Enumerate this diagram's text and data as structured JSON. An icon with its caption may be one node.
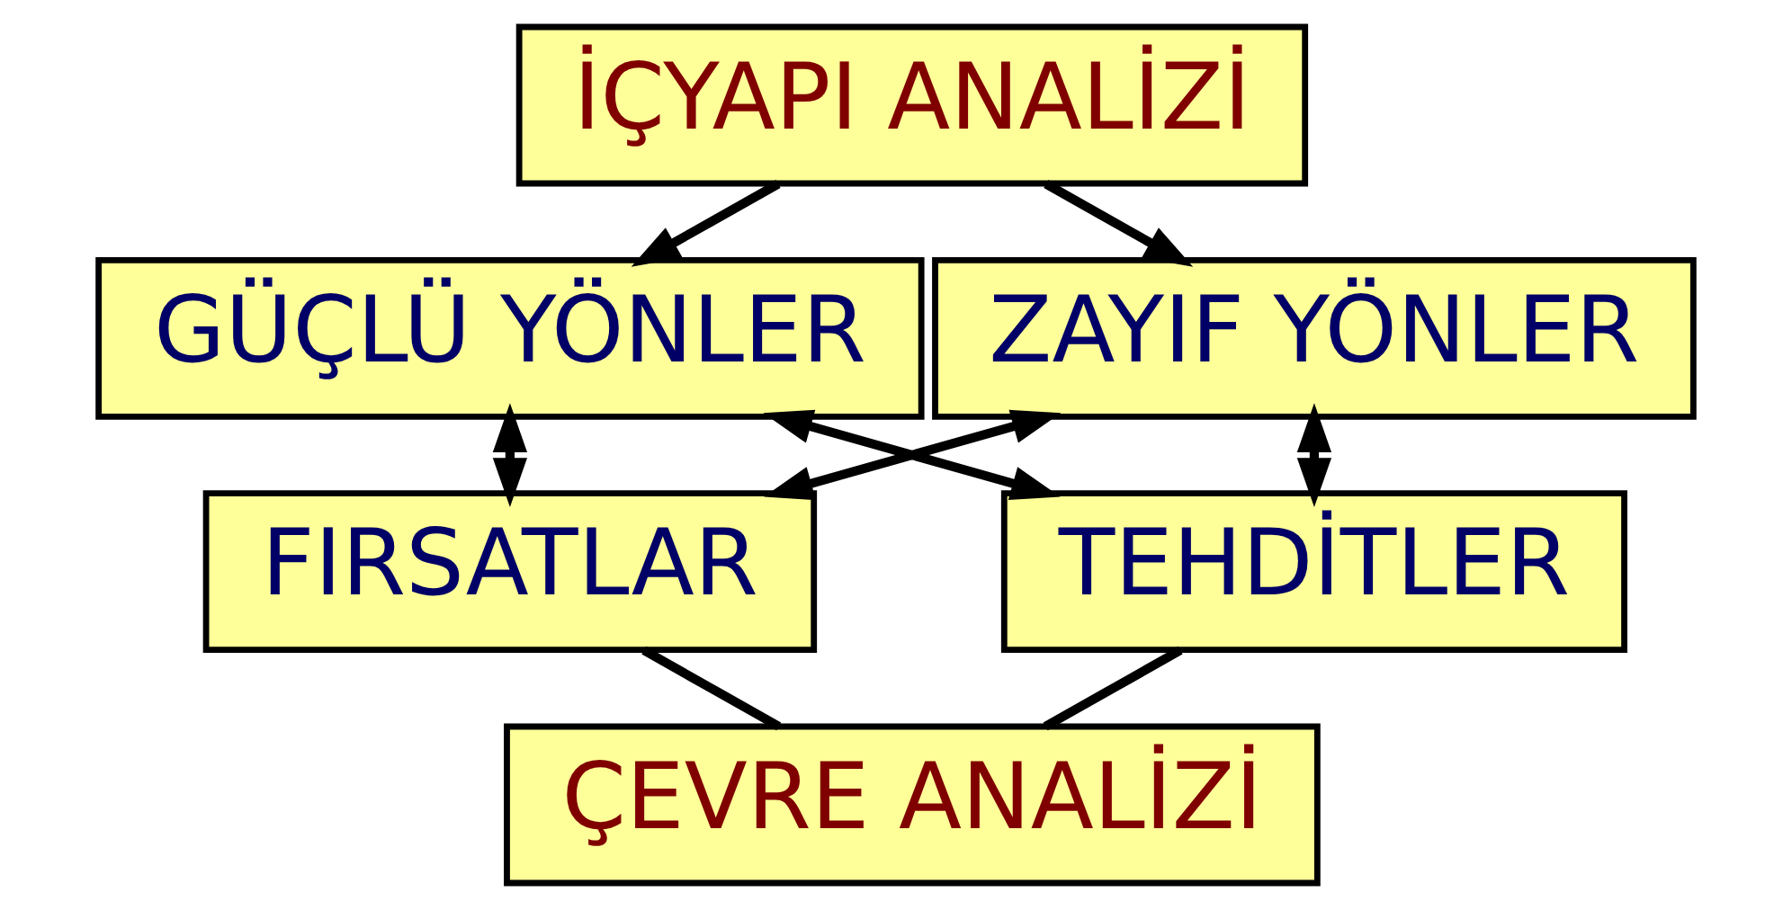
{
  "diagram": {
    "nodes": [
      {
        "text": [
          "İÇYAPI ANALİZİ"
        ]
      },
      {
        "text": [
          "GÜÇLÜ YÖNLER"
        ]
      },
      {
        "text": [
          "ZAYIF YÖNLER"
        ]
      },
      {
        "text": [
          "FIRSATLAR"
        ]
      },
      {
        "text": [
          "TEHDİTLER"
        ]
      },
      {
        "text": [
          "ÇEVRE ANALİZİ"
        ]
      }
    ],
    "edges": [
      {
        "from": 0,
        "to": 1,
        "arrow": "to"
      },
      {
        "from": 0,
        "to": 2,
        "arrow": "to"
      },
      {
        "from": 1,
        "to": 3,
        "arrow": "both"
      },
      {
        "from": 2,
        "to": 4,
        "arrow": "both"
      },
      {
        "from": 1,
        "to": 4,
        "arrow": "both"
      },
      {
        "from": 3,
        "to": 2,
        "arrow": "both"
      },
      {
        "from": 5,
        "to": 3,
        "arrow": "none"
      },
      {
        "from": 5,
        "to": 4,
        "arrow": "none"
      }
    ]
  }
}
